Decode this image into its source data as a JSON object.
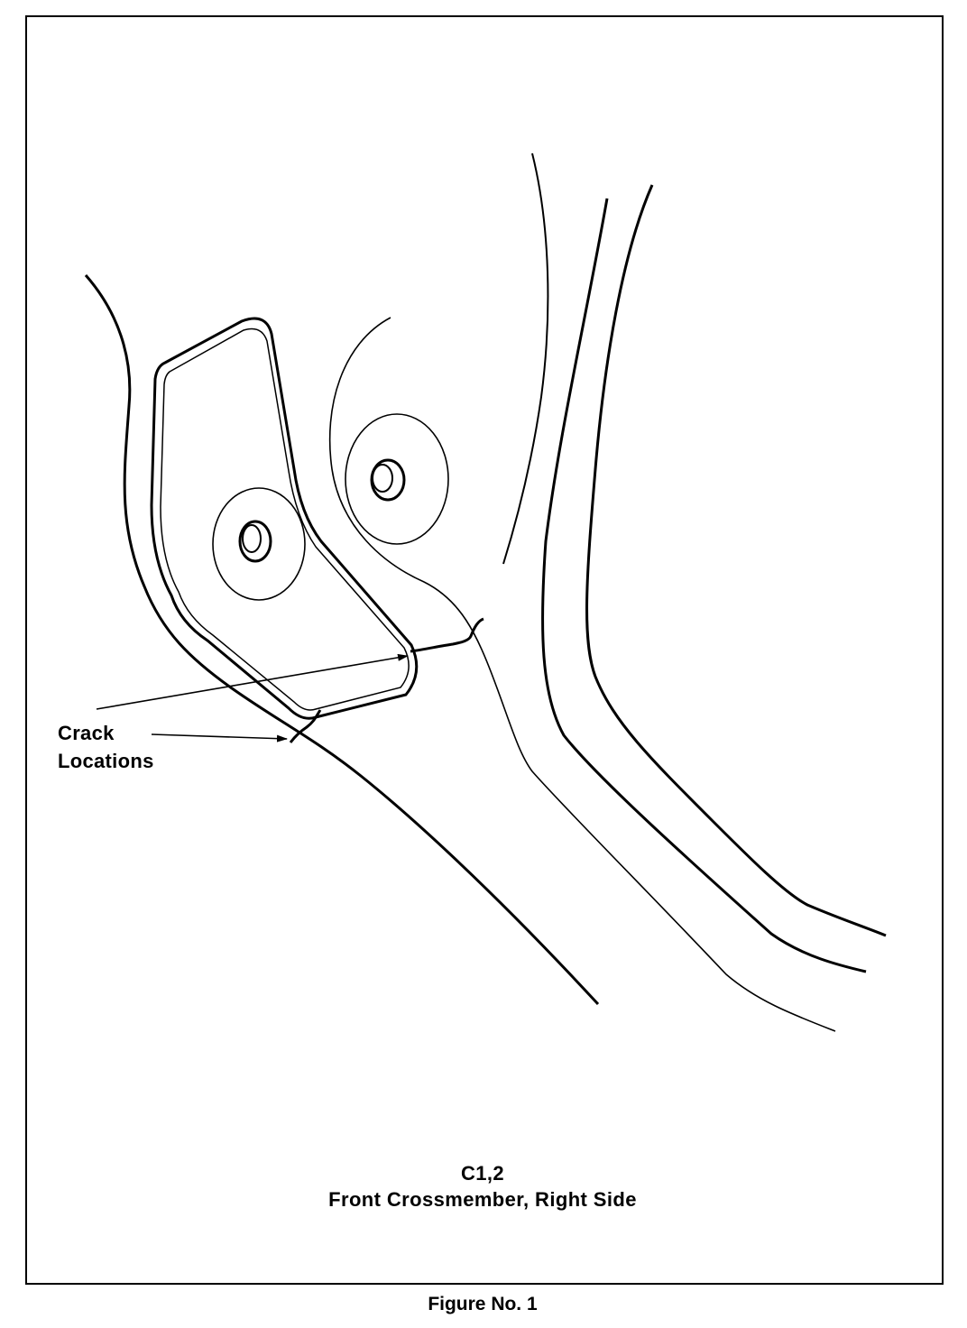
{
  "callout": {
    "line1": "Crack",
    "line2": "Locations"
  },
  "caption": {
    "code": "C1,2",
    "title": "Front Crossmember, Right Side"
  },
  "figure_label": "Figure No. 1",
  "colors": {
    "ink": "#000000",
    "paper": "#ffffff"
  }
}
